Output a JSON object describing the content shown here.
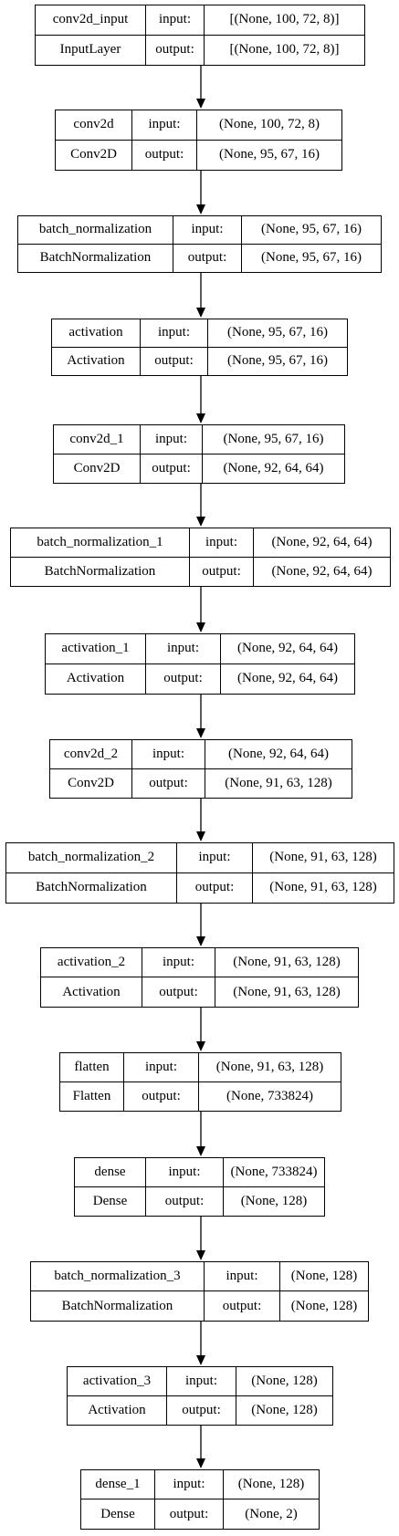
{
  "io_labels": {
    "input": "input:",
    "output": "output:"
  },
  "layers": [
    {
      "name": "conv2d_input",
      "type": "InputLayer",
      "input": "[(None, 100, 72, 8)]",
      "output": "[(None, 100, 72, 8)]"
    },
    {
      "name": "conv2d",
      "type": "Conv2D",
      "input": "(None, 100, 72, 8)",
      "output": "(None, 95, 67, 16)"
    },
    {
      "name": "batch_normalization",
      "type": "BatchNormalization",
      "input": "(None, 95, 67, 16)",
      "output": "(None, 95, 67, 16)"
    },
    {
      "name": "activation",
      "type": "Activation",
      "input": "(None, 95, 67, 16)",
      "output": "(None, 95, 67, 16)"
    },
    {
      "name": "conv2d_1",
      "type": "Conv2D",
      "input": "(None, 95, 67, 16)",
      "output": "(None, 92, 64, 64)"
    },
    {
      "name": "batch_normalization_1",
      "type": "BatchNormalization",
      "input": "(None, 92, 64, 64)",
      "output": "(None, 92, 64, 64)"
    },
    {
      "name": "activation_1",
      "type": "Activation",
      "input": "(None, 92, 64, 64)",
      "output": "(None, 92, 64, 64)"
    },
    {
      "name": "conv2d_2",
      "type": "Conv2D",
      "input": "(None, 92, 64, 64)",
      "output": "(None, 91, 63, 128)"
    },
    {
      "name": "batch_normalization_2",
      "type": "BatchNormalization",
      "input": "(None, 91, 63, 128)",
      "output": "(None, 91, 63, 128)"
    },
    {
      "name": "activation_2",
      "type": "Activation",
      "input": "(None, 91, 63, 128)",
      "output": "(None, 91, 63, 128)"
    },
    {
      "name": "flatten",
      "type": "Flatten",
      "input": "(None, 91, 63, 128)",
      "output": "(None, 733824)"
    },
    {
      "name": "dense",
      "type": "Dense",
      "input": "(None, 733824)",
      "output": "(None, 128)"
    },
    {
      "name": "batch_normalization_3",
      "type": "BatchNormalization",
      "input": "(None, 128)",
      "output": "(None, 128)"
    },
    {
      "name": "activation_3",
      "type": "Activation",
      "input": "(None, 128)",
      "output": "(None, 128)"
    },
    {
      "name": "dense_1",
      "type": "Dense",
      "input": "(None, 128)",
      "output": "(None, 2)"
    }
  ]
}
